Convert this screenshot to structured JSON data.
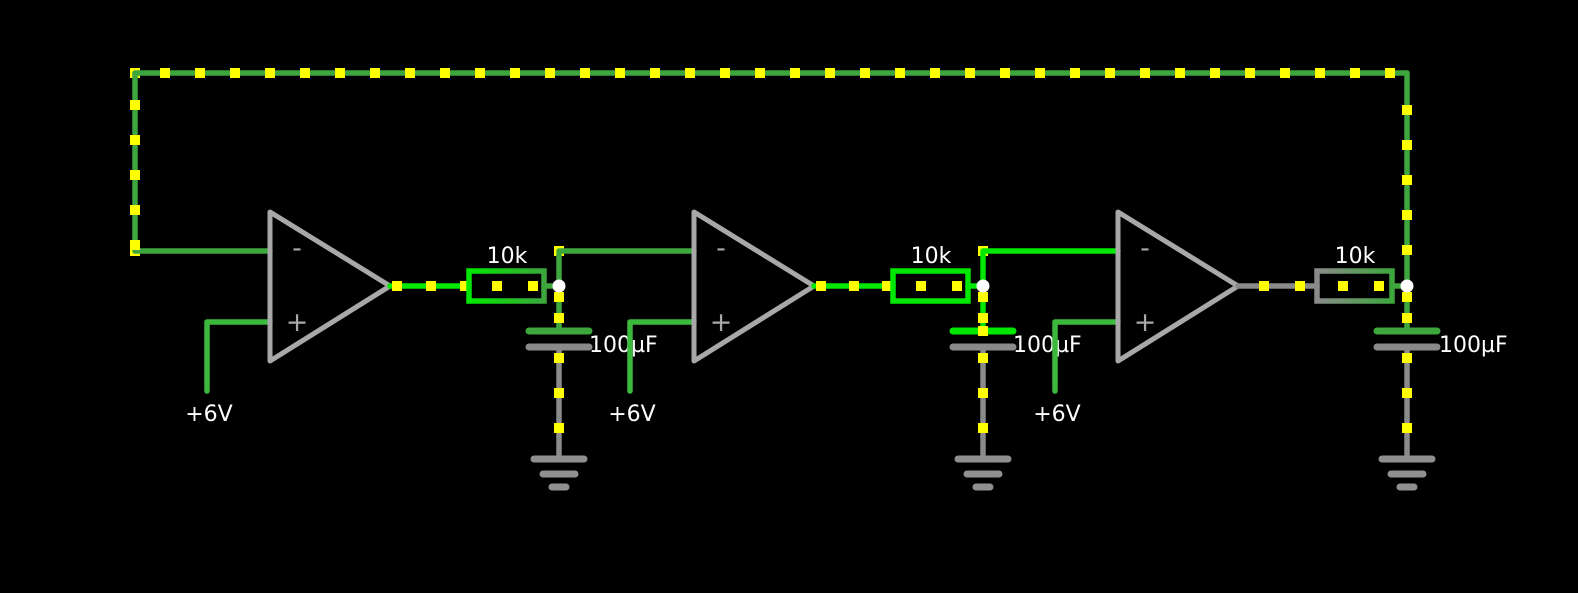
{
  "palette": {
    "background": "#000000",
    "wire_voltage_high_green": "#00E800",
    "wire_voltage_mid_green": "#3DA63D",
    "wire_supply_green": "#3CB83C",
    "wire_ground_gray": "#8A8A8A",
    "opamp_outline_gray": "#A8A8A8",
    "ground_symbol_gray": "#8F8F8F",
    "current_dot_yellow": "#FFFF00",
    "junction_dot_white": "#FFFFFF",
    "label_white": "#FFFFFF"
  },
  "opamp_labels": {
    "inverting": "-",
    "noninverting": "+"
  },
  "stages": [
    {
      "resistor": "10k",
      "capacitor": "100µF",
      "supply": "+6V"
    },
    {
      "resistor": "10k",
      "capacitor": "100µF",
      "supply": "+6V"
    },
    {
      "resistor": "10k",
      "capacitor": "100µF",
      "supply": "+6V"
    }
  ]
}
